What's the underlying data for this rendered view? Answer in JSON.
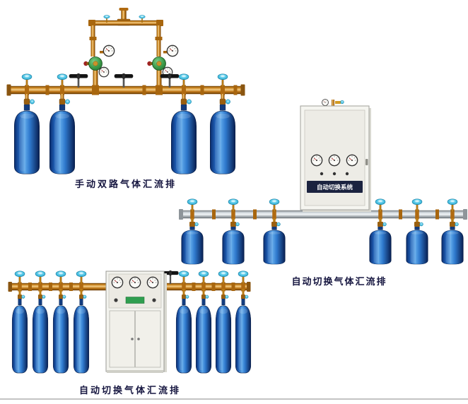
{
  "page": {
    "background": "#ffffff",
    "divider_color": "#c4c4c4"
  },
  "colors": {
    "caption_text": "#15153f",
    "bottle_blue": "#2f7fd4",
    "brass_pipe": "#c9821c",
    "aluminum_pipe": "#ccd3d8",
    "valve_knob_cyan": "#49c3e3",
    "regulator_green": "#3a9a48",
    "cabinet_strip_navy": "#1b2340"
  },
  "products": [
    {
      "id": "manual-dual-gas-manifold",
      "caption": "手动双路气体汇流排",
      "cylinder_count": 4
    },
    {
      "id": "auto-switch-gas-manifold-wall",
      "caption": "自动切换气体汇流排",
      "cabinet_label": "自动切换系统",
      "cylinder_count": 6
    },
    {
      "id": "auto-switch-gas-manifold-floor",
      "caption": "自动切换气体汇流排",
      "cylinder_count": 8
    }
  ]
}
